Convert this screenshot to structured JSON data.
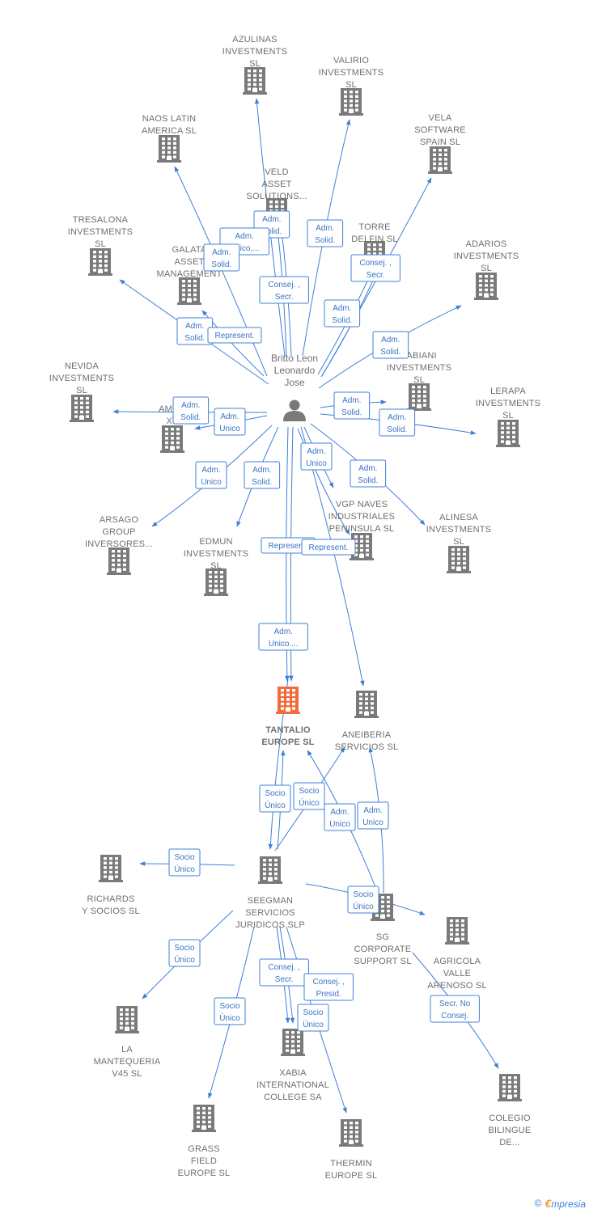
{
  "person": {
    "lines": [
      "Britto Leon",
      "Leonardo",
      "Jose"
    ]
  },
  "companies": [
    {
      "key": "azulinas",
      "lines": [
        "AZULINAS",
        "INVESTMENTS",
        "SL"
      ]
    },
    {
      "key": "valirio",
      "lines": [
        "VALIRIO",
        "INVESTMENTS",
        "SL"
      ]
    },
    {
      "key": "naos",
      "lines": [
        "NAOS LATIN",
        "AMERICA  SL"
      ]
    },
    {
      "key": "vela",
      "lines": [
        "VELA",
        "SOFTWARE",
        "SPAIN  SL"
      ]
    },
    {
      "key": "veld",
      "lines": [
        "VELD",
        "ASSET",
        "SOLUTIONS..."
      ]
    },
    {
      "key": "torre",
      "lines": [
        "TORRE",
        "DELFIN  SL"
      ]
    },
    {
      "key": "tresalona",
      "lines": [
        "TRESALONA",
        "INVESTMENTS",
        "SL"
      ]
    },
    {
      "key": "galata",
      "lines": [
        "GALATA",
        "ASSET",
        "MANAGEMENT"
      ]
    },
    {
      "key": "adarios",
      "lines": [
        "ADARIOS",
        "INVESTMENTS",
        "SL"
      ]
    },
    {
      "key": "fabiani",
      "lines": [
        "FABIANI",
        "INVESTMENTS",
        "SL"
      ]
    },
    {
      "key": "nevida",
      "lines": [
        "NEVIDA",
        "INVESTMENTS",
        "SL"
      ]
    },
    {
      "key": "amgr",
      "lines": [
        "AMGR",
        "XV"
      ]
    },
    {
      "key": "lerapa",
      "lines": [
        "LERAPA",
        "INVESTMENTS",
        "SL"
      ]
    },
    {
      "key": "arsago",
      "lines": [
        "ARSAGO",
        "GROUP",
        "INVERSORES..."
      ]
    },
    {
      "key": "edmun",
      "lines": [
        "EDMUN",
        "INVESTMENTS",
        "SL"
      ]
    },
    {
      "key": "vgp",
      "lines": [
        "VGP NAVES",
        "INDUSTRIALES",
        "PENINSULA  SL"
      ]
    },
    {
      "key": "alinesa",
      "lines": [
        "ALINESA",
        "INVESTMENTS",
        "SL"
      ]
    },
    {
      "key": "tantalio",
      "lines": [
        "TANTALIO",
        "EUROPE  SL"
      ],
      "focus": true
    },
    {
      "key": "aneiberia",
      "lines": [
        "ANEIBERIA",
        "SERVICIOS  SL"
      ]
    },
    {
      "key": "richards",
      "lines": [
        "RICHARDS",
        "Y SOCIOS  SL"
      ]
    },
    {
      "key": "seegman",
      "lines": [
        "SEEGMAN",
        "SERVICIOS",
        "JURIDICOS  SLP"
      ]
    },
    {
      "key": "sg",
      "lines": [
        "SG",
        "CORPORATE",
        "SUPPORT  SL"
      ]
    },
    {
      "key": "agricola",
      "lines": [
        "AGRICOLA",
        "VALLE",
        "ARENOSO  SL"
      ]
    },
    {
      "key": "mantequeria",
      "lines": [
        "LA",
        "MANTEQUERIA",
        "V45  SL"
      ]
    },
    {
      "key": "xabia",
      "lines": [
        "XABIA",
        "INTERNATIONAL",
        "COLLEGE SA"
      ]
    },
    {
      "key": "colegio",
      "lines": [
        "COLEGIO",
        "BILINGUE",
        "DE..."
      ]
    },
    {
      "key": "grass",
      "lines": [
        "GRASS",
        "FIELD",
        "EUROPE  SL"
      ]
    },
    {
      "key": "thermin",
      "lines": [
        "THERMIN",
        "EUROPE  SL"
      ]
    }
  ],
  "relations": [
    {
      "key": "r_azulinas",
      "lines": [
        "Adm.",
        "Solid."
      ]
    },
    {
      "key": "r_valirio",
      "lines": [
        "Adm.",
        "Solid."
      ]
    },
    {
      "key": "r_veld_unico",
      "lines": [
        "Adm.",
        "Unico,..."
      ]
    },
    {
      "key": "r_naos",
      "lines": [
        "Adm.",
        "Solid."
      ]
    },
    {
      "key": "r_veld_consej",
      "lines": [
        "Consej. ,",
        "Secr."
      ]
    },
    {
      "key": "r_torre_consej",
      "lines": [
        "Consej. ,",
        "Secr."
      ]
    },
    {
      "key": "r_vela",
      "lines": [
        "Adm.",
        "Solid."
      ]
    },
    {
      "key": "r_tresalona",
      "lines": [
        "Adm.",
        "Solid."
      ]
    },
    {
      "key": "r_galata",
      "lines": [
        "Represent."
      ]
    },
    {
      "key": "r_adarios",
      "lines": [
        "Adm.",
        "Solid."
      ]
    },
    {
      "key": "r_nevida",
      "lines": [
        "Adm.",
        "Solid."
      ]
    },
    {
      "key": "r_amgr",
      "lines": [
        "Adm.",
        "Unico"
      ]
    },
    {
      "key": "r_fabiani",
      "lines": [
        "Adm.",
        "Solid."
      ]
    },
    {
      "key": "r_lerapa",
      "lines": [
        "Adm.",
        "Solid."
      ]
    },
    {
      "key": "r_arsago",
      "lines": [
        "Adm.",
        "Unico"
      ]
    },
    {
      "key": "r_edmun",
      "lines": [
        "Adm.",
        "Solid."
      ]
    },
    {
      "key": "r_vgp",
      "lines": [
        "Adm.",
        "Unico"
      ]
    },
    {
      "key": "r_alinesa",
      "lines": [
        "Adm.",
        "Solid."
      ]
    },
    {
      "key": "r_tantalio_rep",
      "lines": [
        "Represent."
      ]
    },
    {
      "key": "r_vgp_rep",
      "lines": [
        "Represent."
      ]
    },
    {
      "key": "r_tantalio_adm",
      "lines": [
        "Adm.",
        "Unico...."
      ]
    },
    {
      "key": "r_seegman_tantalio",
      "lines": [
        "Socio",
        "Único"
      ]
    },
    {
      "key": "r_seegman_aneiberia",
      "lines": [
        "Socio",
        "Único"
      ]
    },
    {
      "key": "r_sg_tantalio",
      "lines": [
        "Adm.",
        "Unico"
      ]
    },
    {
      "key": "r_sg_aneiberia",
      "lines": [
        "Adm.",
        "Unico"
      ]
    },
    {
      "key": "r_richards",
      "lines": [
        "Socio",
        "Único"
      ]
    },
    {
      "key": "r_sg",
      "lines": [
        "Socio",
        "Único"
      ]
    },
    {
      "key": "r_mantequeria",
      "lines": [
        "Socio",
        "Único"
      ]
    },
    {
      "key": "r_xabia_consej",
      "lines": [
        "Consej. ,",
        "Secr."
      ]
    },
    {
      "key": "r_xabia_presid",
      "lines": [
        "Consej. ,",
        "Presid."
      ]
    },
    {
      "key": "r_grass",
      "lines": [
        "Socio",
        "Único"
      ]
    },
    {
      "key": "r_thermin",
      "lines": [
        "Socio",
        "Único"
      ]
    },
    {
      "key": "r_colegio",
      "lines": [
        "Secr.  No",
        "Consej."
      ]
    }
  ],
  "footer": {
    "copyright": "©",
    "brand_initial": "€",
    "brand_rest": "mpresia"
  },
  "colors": {
    "edge": "#3f7fd8",
    "building": "#7a7a7a",
    "focus_building": "#f26b3a",
    "text": "#6f6f6f"
  }
}
